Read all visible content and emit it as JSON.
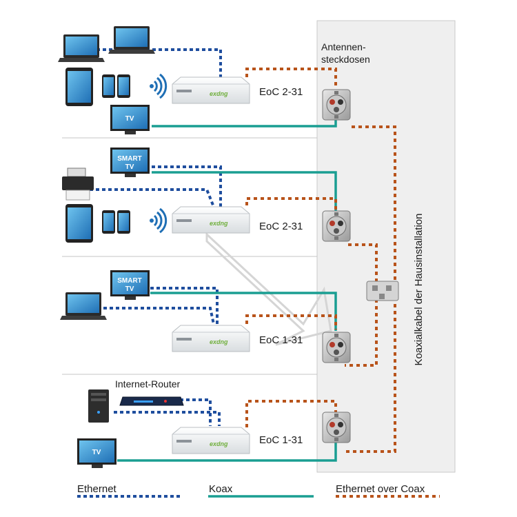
{
  "diagram": {
    "wall_label": [
      "Antennen-",
      "steckdosen"
    ],
    "vertical_label": "Koaxialkabel der Hausinstallation",
    "router_label": "Internet-Router",
    "adapters": [
      {
        "model": "EoC 2-31",
        "brand": "exdng"
      },
      {
        "model": "EoC 2-31",
        "brand": "exdng"
      },
      {
        "model": "EoC 1-31",
        "brand": "exdng"
      },
      {
        "model": "EoC 1-31",
        "brand": "exdng"
      }
    ],
    "tv_labels": {
      "tv": "TV",
      "smart_tv_line1": "SMART",
      "smart_tv_line2": "TV"
    }
  },
  "legend": {
    "ethernet": "Ethernet",
    "coax": "Koax",
    "eoc": "Ethernet over Coax"
  },
  "colors": {
    "ethernet": "#1f4e9e",
    "coax": "#1a9e92",
    "eoc": "#b8531a",
    "wall": "#efefef"
  },
  "icons": [
    "laptop-icon",
    "tablet-icon",
    "smartphone-icon",
    "wifi-icon",
    "tv-icon",
    "printer-icon",
    "pc-tower-icon",
    "router-icon",
    "antenna-socket-icon",
    "splitter-icon"
  ]
}
